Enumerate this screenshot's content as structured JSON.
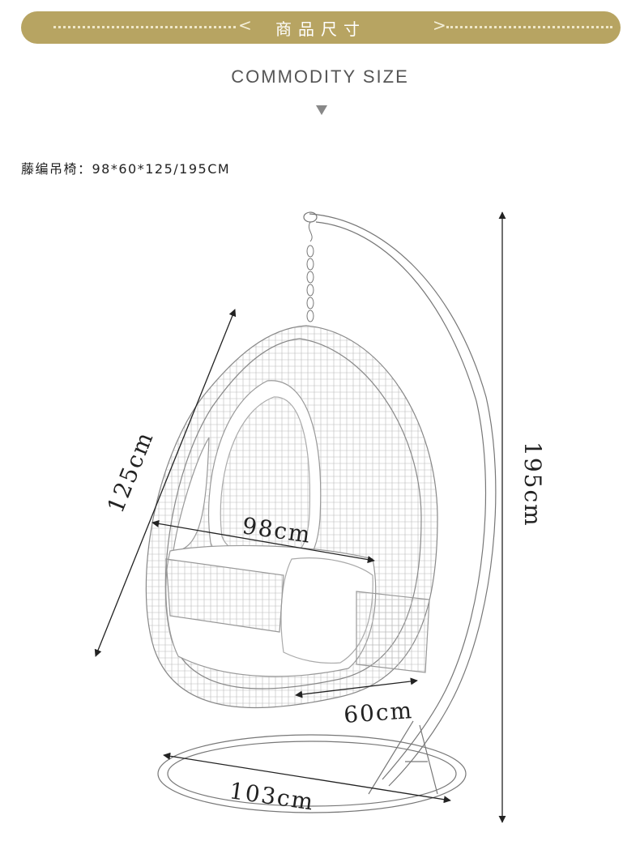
{
  "header": {
    "title_cn": "商品尺寸",
    "left_chevron": "<",
    "right_chevron": ">",
    "subtitle": "COMMODITY SIZE",
    "indicator_icon": "triangle-down-icon"
  },
  "spec": {
    "label": "藤编吊椅：98*60*125/195CM"
  },
  "dimensions": {
    "height_chair": "125cm",
    "width": "98cm",
    "depth": "60cm",
    "base": "103cm",
    "total_height": "195cm"
  },
  "colors": {
    "banner": "#b7a462",
    "line": "#777777"
  }
}
